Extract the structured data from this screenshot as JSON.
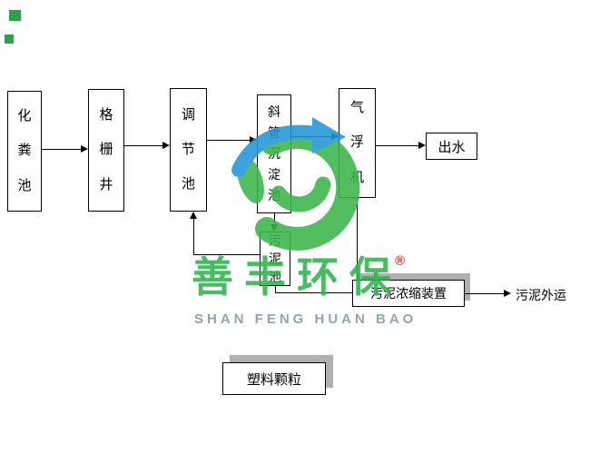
{
  "page": {
    "background": "#ffffff"
  },
  "decor": {
    "square_top_color": "#2fa14d",
    "square_bottom_color": "#2fa14d"
  },
  "nodes": {
    "septic_tank": {
      "label": "化粪池"
    },
    "grid_well": {
      "label": "格栅井"
    },
    "regulating_tank": {
      "label": "调节池"
    },
    "inclined_tube_settling_tank": {
      "label": "斜管沉淀池"
    },
    "air_flotation_machine": {
      "label": "气浮机"
    },
    "effluent": {
      "label": "出水"
    },
    "sludge_tank": {
      "label": "污泥池"
    },
    "sludge_thickening_unit": {
      "label": "污泥浓缩装置"
    },
    "plastic_granules": {
      "label": "塑料颗粒"
    }
  },
  "labels": {
    "sludge_outbound": "污泥外运"
  },
  "watermark": {
    "cn_name": "善丰环保",
    "reg_mark": "®",
    "en_name": "SHAN FENG HUAN BAO",
    "green": "#3cb649",
    "blue": "#2297d5",
    "text_green": "#2fb34e",
    "en_gray": "#8b959b"
  }
}
